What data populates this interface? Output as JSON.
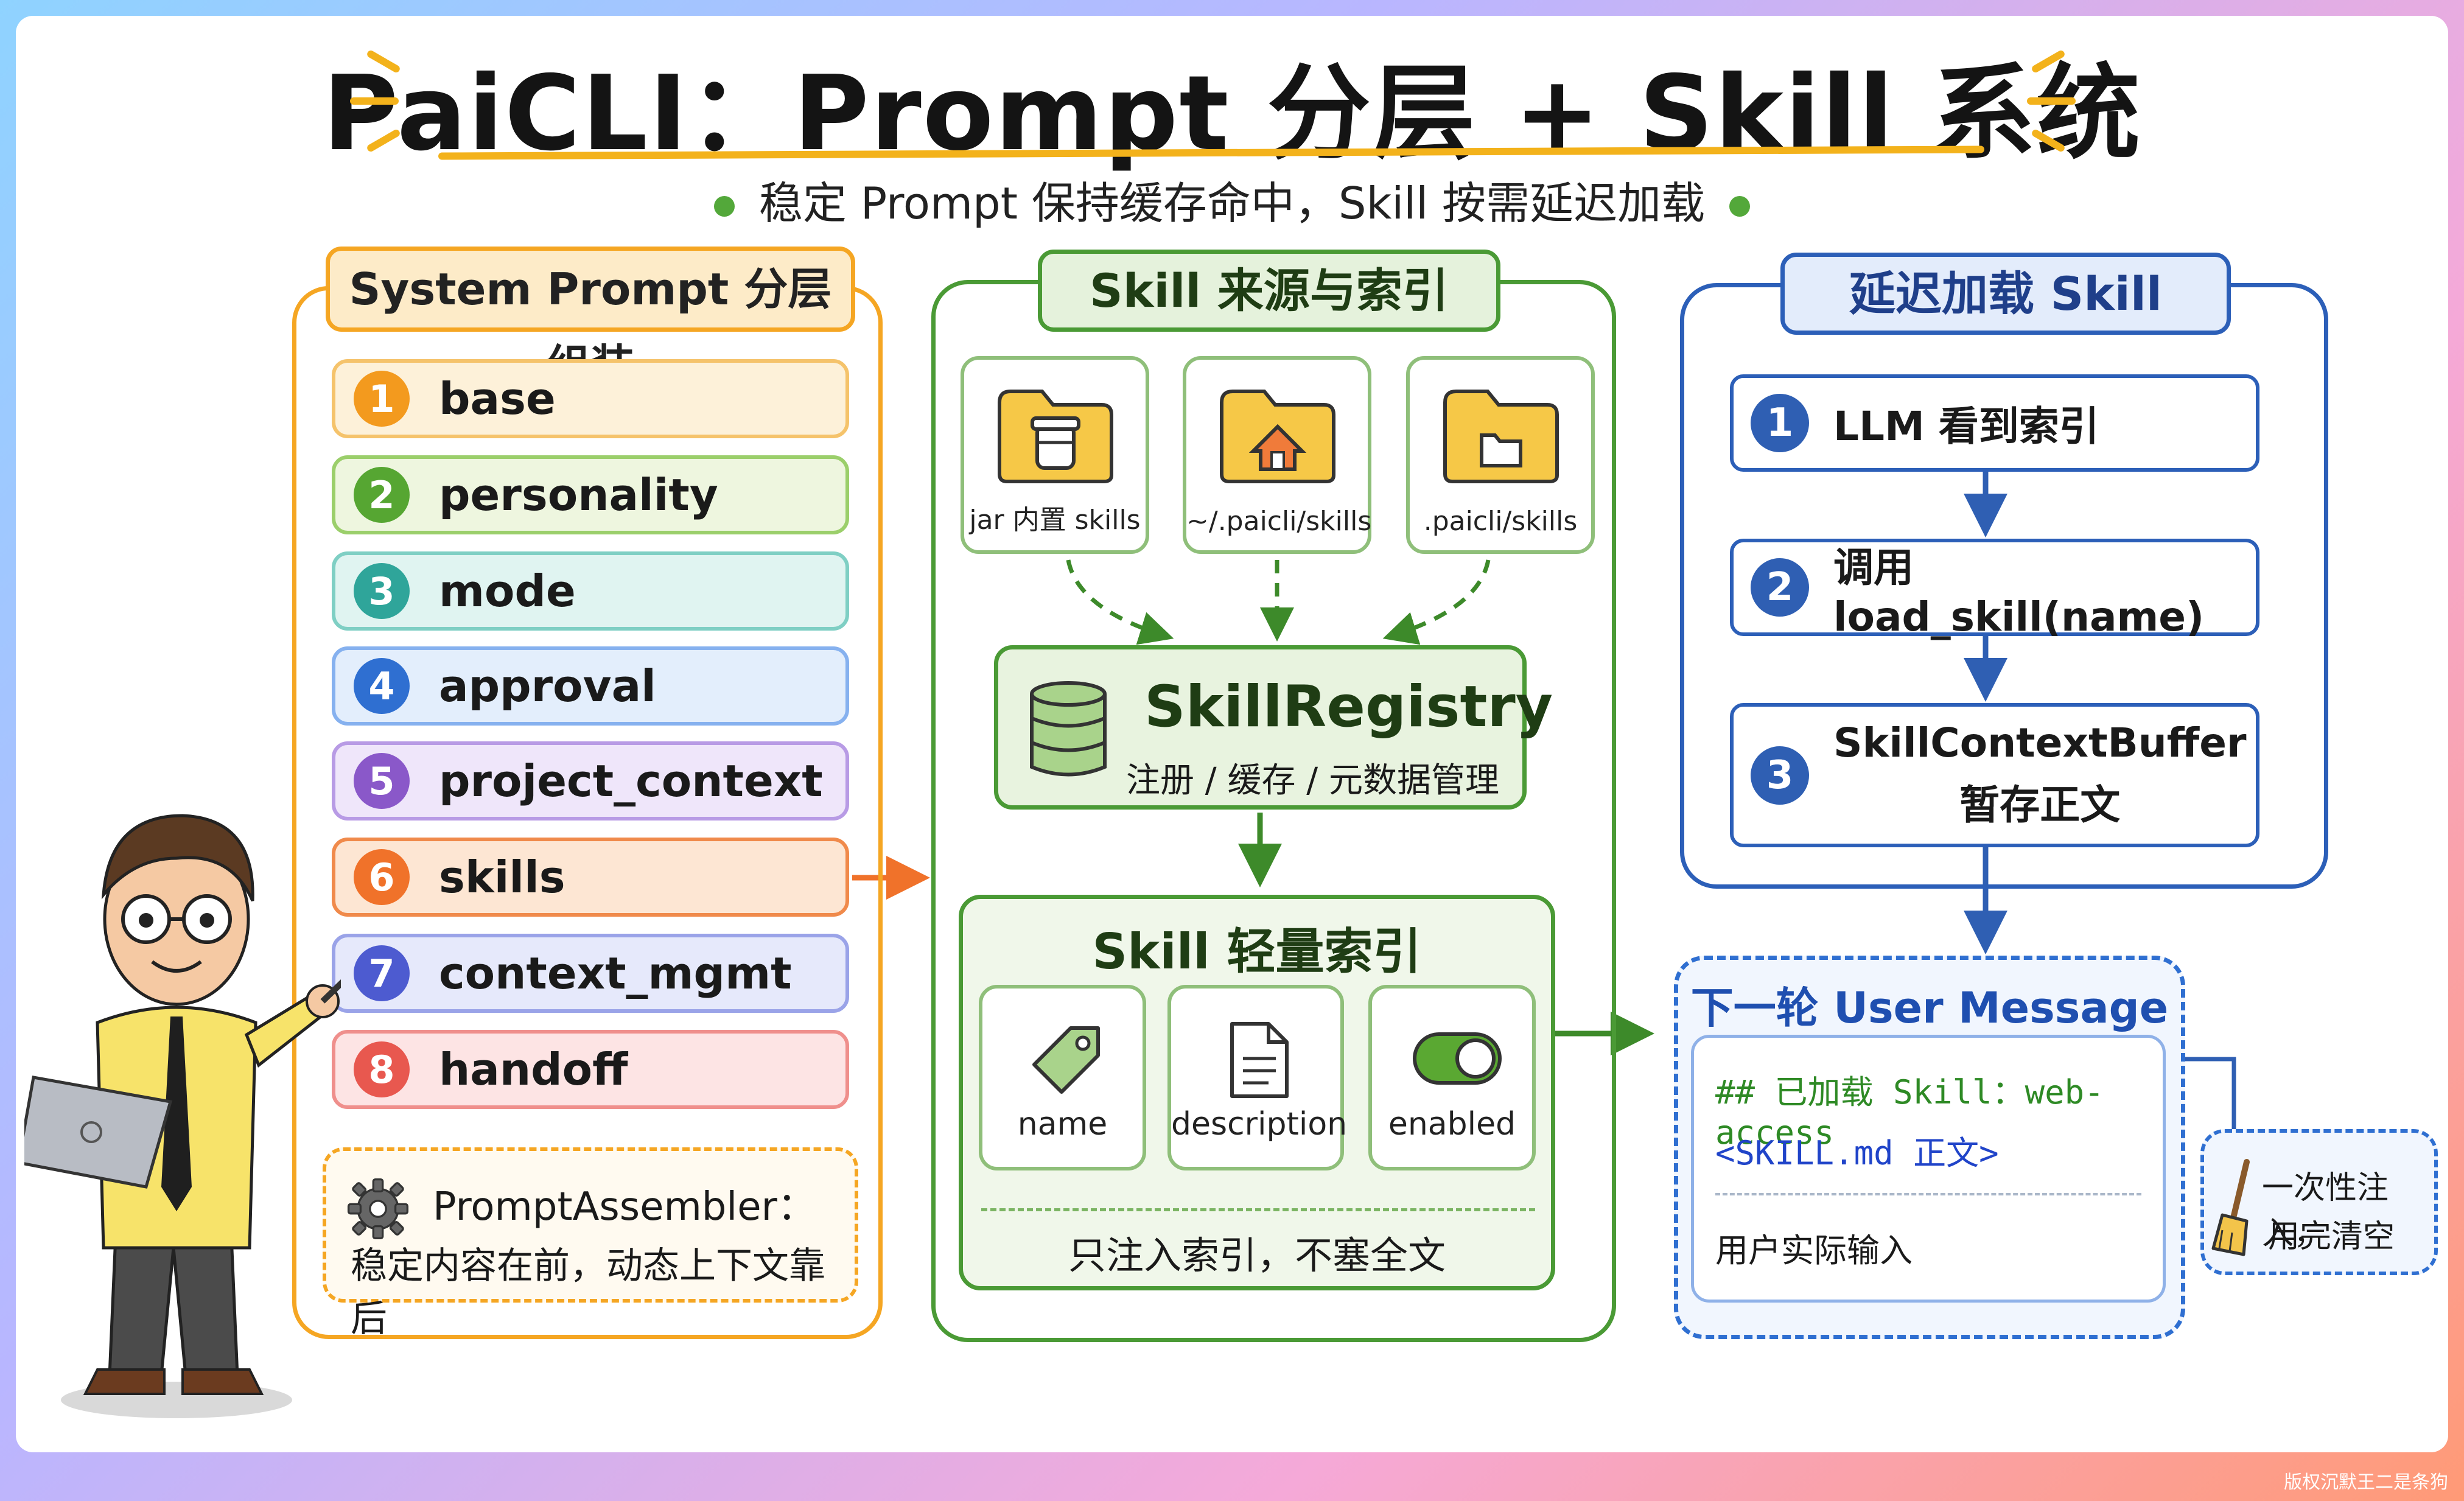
{
  "title": "PaiCLI：Prompt 分层 + Skill 系统",
  "subtitle": "稳定 Prompt 保持缓存命中，Skill 按需延迟加载",
  "left_panel": {
    "title": "System Prompt 分层组装",
    "layers": [
      {
        "num": "1",
        "label": "base"
      },
      {
        "num": "2",
        "label": "personality"
      },
      {
        "num": "3",
        "label": "mode"
      },
      {
        "num": "4",
        "label": "approval"
      },
      {
        "num": "5",
        "label": "project_context"
      },
      {
        "num": "6",
        "label": "skills"
      },
      {
        "num": "7",
        "label": "context_mgmt"
      },
      {
        "num": "8",
        "label": "handoff"
      }
    ],
    "assembler_title": "PromptAssembler：",
    "assembler_desc": "稳定内容在前，动态上下文靠后"
  },
  "middle_panel": {
    "title": "Skill 来源与索引",
    "sources": [
      "jar 内置 skills",
      "~/.paicli/skills",
      ".paicli/skills"
    ],
    "registry_title": "SkillRegistry",
    "registry_desc": "注册 / 缓存 / 元数据管理",
    "index_title": "Skill 轻量索引",
    "index_fields": [
      "name",
      "description",
      "enabled"
    ],
    "index_note": "只注入索引，不塞全文"
  },
  "right_panel": {
    "title": "延迟加载 Skill",
    "steps": [
      {
        "num": "1",
        "text": "LLM 看到索引"
      },
      {
        "num": "2",
        "text": "调用 load_skill(name)"
      },
      {
        "num": "3",
        "text": "SkillContextBuffer",
        "sub": "暂存正文"
      }
    ]
  },
  "message_panel": {
    "title": "下一轮 User Message",
    "line1": "## 已加载 Skill：web-access",
    "line2": "<SKILL.md 正文>",
    "line3": "用户实际输入",
    "note_line1": "一次性注入，",
    "note_line2": "用完清空"
  },
  "watermark": "版权沉默王二是条狗",
  "colors": {
    "orange": "#f39a1e",
    "green": "#4a9a35",
    "teal": "#2fa59a",
    "blue": "#2f6fd1",
    "purple": "#8a58c9",
    "red": "#e8584f",
    "navy": "#2f5fb3"
  }
}
